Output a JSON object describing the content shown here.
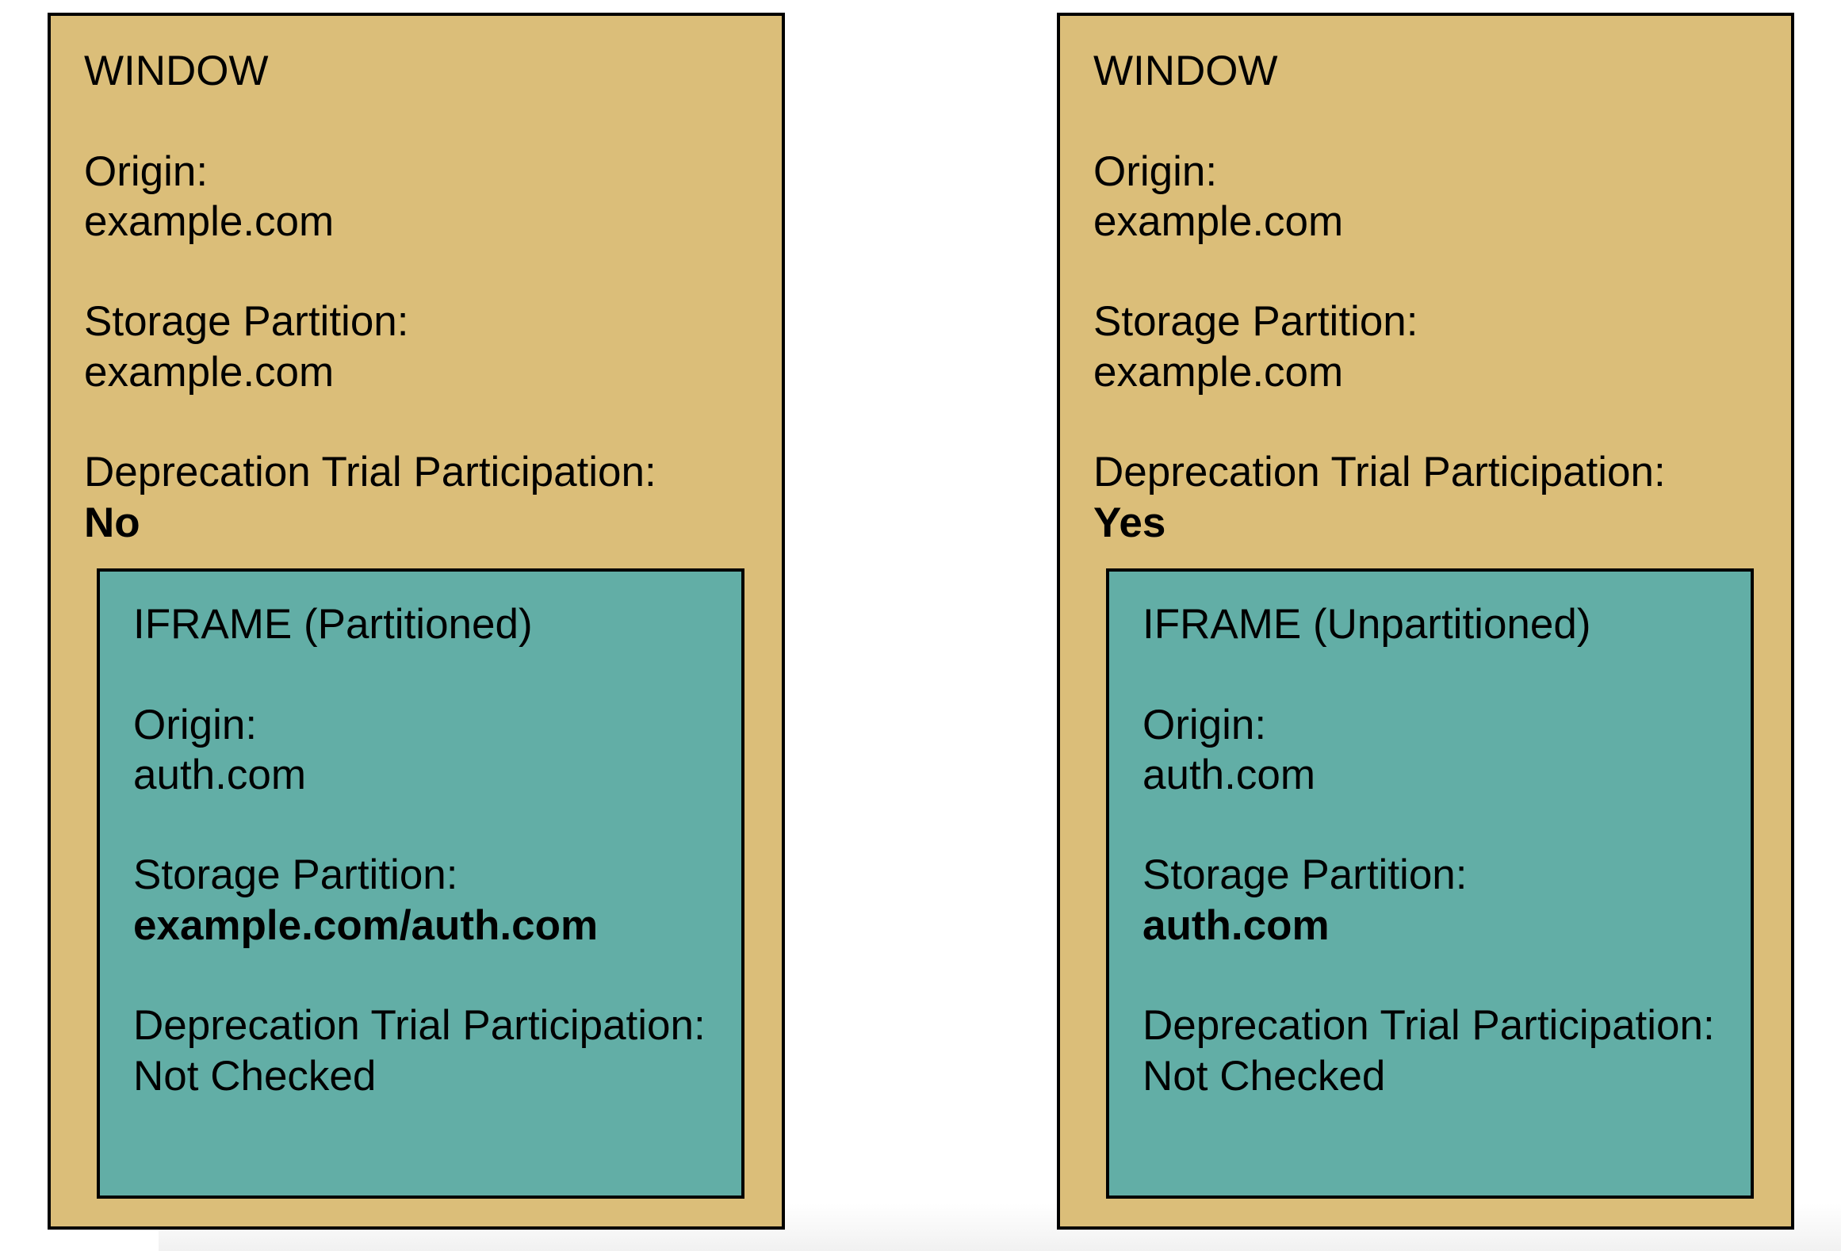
{
  "panels": [
    {
      "window": {
        "title": "WINDOW",
        "origin_label": "Origin:",
        "origin": "example.com",
        "storage_label": "Storage Partition:",
        "storage": "example.com",
        "trial_label": "Deprecation Trial Participation:",
        "trial": "No"
      },
      "iframe": {
        "title": "IFRAME (Partitioned)",
        "origin_label": "Origin:",
        "origin": "auth.com",
        "storage_label": "Storage Partition:",
        "storage": "example.com/auth.com",
        "trial_label": "Deprecation Trial Participation:",
        "trial": "Not Checked"
      }
    },
    {
      "window": {
        "title": "WINDOW",
        "origin_label": "Origin:",
        "origin": "example.com",
        "storage_label": "Storage Partition:",
        "storage": "example.com",
        "trial_label": "Deprecation Trial Participation:",
        "trial": "Yes"
      },
      "iframe": {
        "title": "IFRAME (Unpartitioned)",
        "origin_label": "Origin:",
        "origin": "auth.com",
        "storage_label": "Storage Partition:",
        "storage": "auth.com",
        "trial_label": "Deprecation Trial Participation:",
        "trial": "Not Checked"
      }
    }
  ],
  "colors": {
    "window": "#dbbe79",
    "iframe": "#62aea6",
    "border": "#000000"
  }
}
